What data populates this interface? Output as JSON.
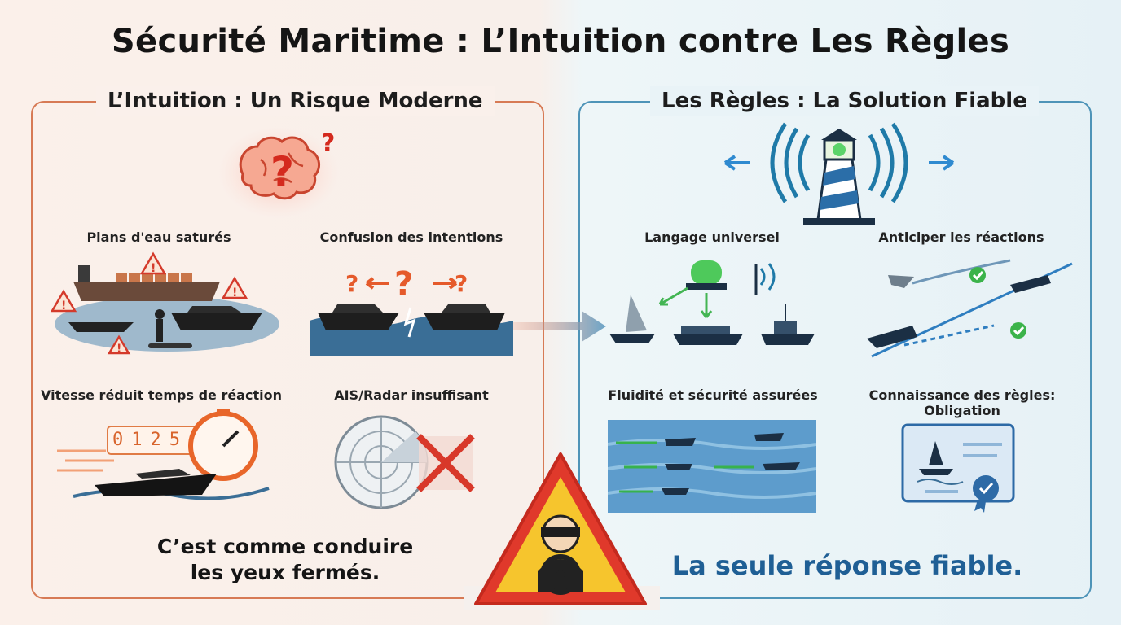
{
  "title": "Sécurité Maritime : L’Intuition contre Les Règles",
  "left": {
    "heading": "L’Intuition : Un Risque Moderne",
    "items": [
      "Plans d'eau saturés",
      "Confusion des intentions",
      "Vitesse réduit temps de réaction",
      "AIS/Radar insuffisant"
    ],
    "speed_counter": "0125",
    "tagline_line1": "C’est comme conduire",
    "tagline_line2": "les yeux fermés."
  },
  "right": {
    "heading": "Les Règles : La Solution Fiable",
    "items": [
      "Langage universel",
      "Anticiper les réactions",
      "Fluidité et sécurité assurées"
    ],
    "item4_line1": "Connaissance des règles:",
    "item4_line2": "Obligation",
    "tagline": "La seule réponse fiable."
  },
  "colors": {
    "left_accent": "#d77a55",
    "right_accent": "#4e94b8",
    "tagline_blue": "#1f5f95",
    "warning_yellow": "#f6c52d",
    "warning_red": "#e0392b"
  }
}
